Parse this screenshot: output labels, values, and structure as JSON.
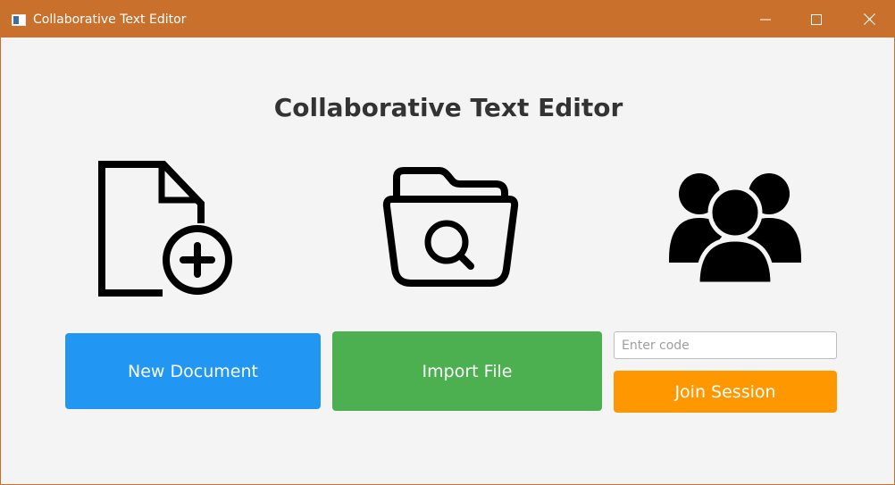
{
  "window": {
    "title": "Collaborative Text Editor",
    "controls": {
      "minimize": "minimize-icon",
      "maximize": "maximize-icon",
      "close": "close-icon"
    }
  },
  "main": {
    "heading": "Collaborative Text Editor",
    "new_document": {
      "icon": "new-document-icon",
      "label": "New Document"
    },
    "import_file": {
      "icon": "folder-search-icon",
      "label": "Import File"
    },
    "join_session": {
      "icon": "users-group-icon",
      "code_value": "",
      "code_placeholder": "Enter code",
      "label": "Join Session"
    }
  },
  "colors": {
    "titlebar": "#c9702d",
    "new_document": "#2196f3",
    "import_file": "#4caf50",
    "join_session": "#ff9800",
    "background": "#f4f4f4"
  }
}
